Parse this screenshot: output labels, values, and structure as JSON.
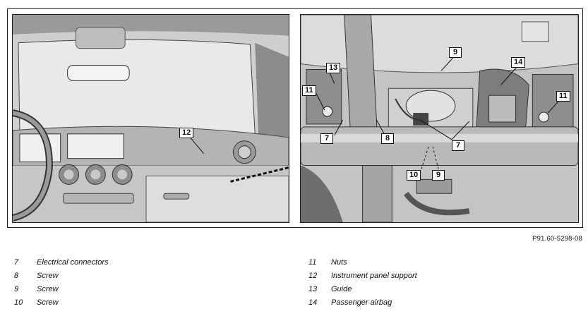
{
  "figure": {
    "reference": "P91.60-5298-08",
    "left_callouts": [
      "12"
    ],
    "right_callouts": [
      "13",
      "11",
      "9",
      "14",
      "11",
      "7",
      "8",
      "7",
      "10",
      "9"
    ]
  },
  "legend": {
    "left": [
      {
        "num": "7",
        "label": "Electrical connectors"
      },
      {
        "num": "8",
        "label": "Screw"
      },
      {
        "num": "9",
        "label": "Screw"
      },
      {
        "num": "10",
        "label": "Screw"
      }
    ],
    "right": [
      {
        "num": "11",
        "label": "Nuts"
      },
      {
        "num": "12",
        "label": "Instrument panel support"
      },
      {
        "num": "13",
        "label": "Guide"
      },
      {
        "num": "14",
        "label": "Passenger airbag"
      }
    ]
  }
}
